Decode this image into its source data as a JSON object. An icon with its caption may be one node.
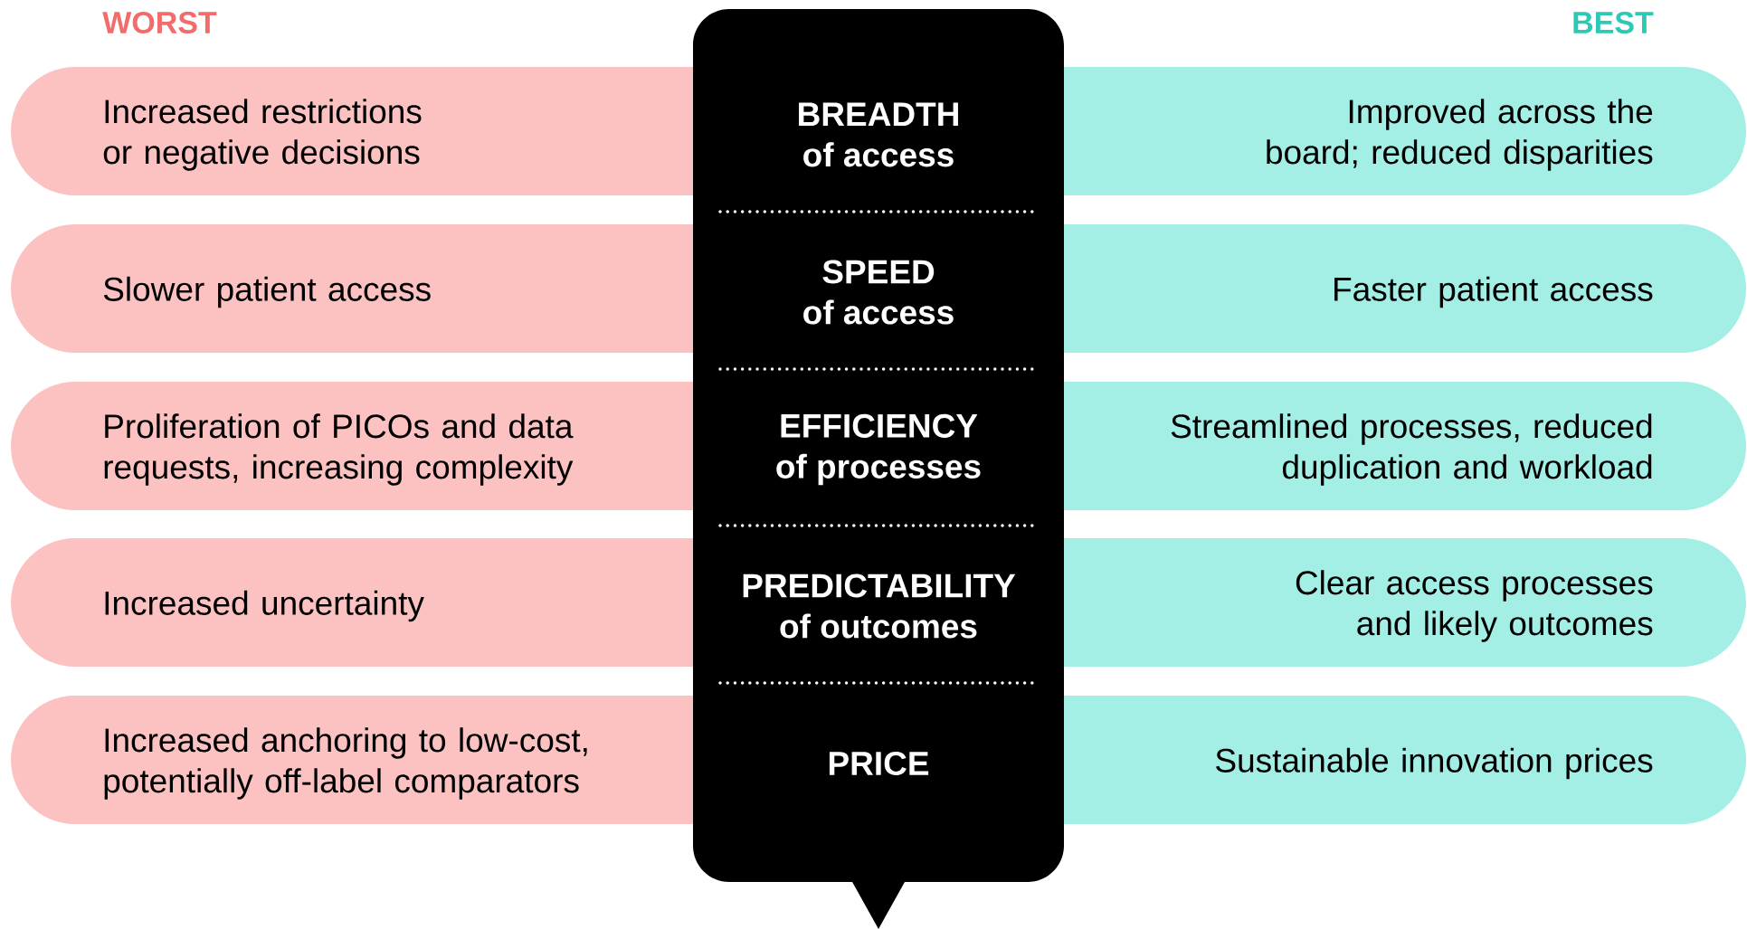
{
  "diagram": {
    "nodes": [
      {
        "text": [],
        "shape": "box"
      },
      {
        "text": [
          "Increased restrictions or negative decisions"
        ]
      },
      {
        "text": [
          "BREADTH",
          "of access"
        ],
        "in": 0
      },
      {
        "text": [
          "Improved across the board; reduced disparities"
        ]
      },
      {
        "text": [
          "Slower patient access"
        ]
      },
      {
        "text": [
          "SPEED",
          "of access"
        ],
        "in": 0
      },
      {
        "text": [
          "Faster patient access"
        ]
      },
      {
        "text": [
          "Proliferation of PICOs and data requests, increasing complexity"
        ]
      },
      {
        "text": [
          "EFFICIENCY",
          "of processes"
        ],
        "in": 0
      },
      {
        "text": [
          "Streamlined processes, reduced duplication and workload"
        ]
      },
      {
        "text": [
          "Increased uncertainty"
        ]
      },
      {
        "text": [
          "PREDICTABILITY",
          "of outcomes"
        ],
        "in": 0
      },
      {
        "text": [
          "Clear access processes and likely outcomes"
        ]
      },
      {
        "text": [
          "Increased anchoring to low-cost, potentially off-label comparators"
        ]
      },
      {
        "text": [
          "PRICE"
        ],
        "in": 0
      },
      {
        "text": [
          "Sustainable innovation prices"
        ]
      }
    ],
    "labels": [
      "WORST",
      "BEST"
    ]
  }
}
